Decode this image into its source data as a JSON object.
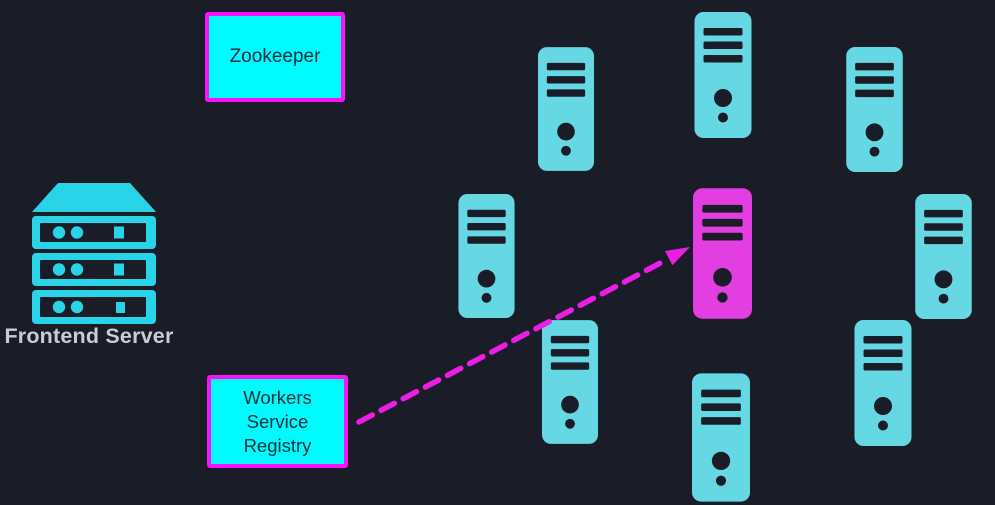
{
  "colors": {
    "background": "#1a1d27",
    "tower_cyan": "#65d8e4",
    "tower_magenta": "#e23ee2",
    "tower_detail": "#1a1d27",
    "box_fill": "#00fbff",
    "box_border": "#fb12fb",
    "box_text": "#10303a",
    "frontend_icon": "#29d4e8",
    "frontend_label": "#c9ccd4",
    "arrow": "#ea1ee4"
  },
  "nodes": {
    "zookeeper": {
      "label": "Zookeeper"
    },
    "registry": {
      "lines": [
        "Workers",
        "Service",
        "Registry"
      ]
    },
    "frontend": {
      "label": "Frontend Server"
    }
  },
  "workers": {
    "count": 9,
    "highlighted_count": 1,
    "highlighted_color": "#e23ee2",
    "icon": "tower-server-icon"
  },
  "icons": {
    "frontend": "server-rack-icon",
    "worker": "tower-server-icon"
  },
  "arrow": {
    "from": "workers-service-registry",
    "to": "highlighted-worker",
    "style": "dashed"
  }
}
